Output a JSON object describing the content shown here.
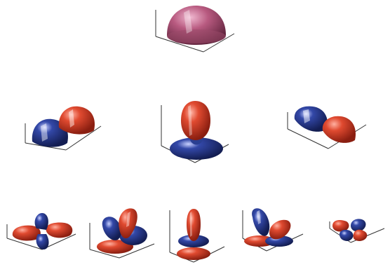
{
  "figure": {
    "background": "#ffffff",
    "colors": {
      "positive": "#d8402a",
      "negative": "#2a3f92",
      "mixed": "#b95a7a",
      "axes": "#333333"
    },
    "rows": [
      {
        "name": "row-l0",
        "items": [
          {
            "name": "s-orbital",
            "shape": "hemisphere",
            "phase": "mixed"
          }
        ]
      },
      {
        "name": "row-l1",
        "items": [
          {
            "name": "p-orbital-left",
            "shape": "two-lobes-horizontal",
            "phase_a": "negative",
            "phase_b": "positive"
          },
          {
            "name": "p-orbital-center",
            "shape": "lobe-with-disk",
            "phase_a": "positive",
            "phase_b": "negative"
          },
          {
            "name": "p-orbital-right",
            "shape": "two-lobes-horizontal",
            "phase_a": "negative",
            "phase_b": "positive"
          }
        ]
      },
      {
        "name": "row-l2",
        "items": [
          {
            "name": "d-orbital-1",
            "shape": "four-petal-flat",
            "phase_a": "positive",
            "phase_b": "negative"
          },
          {
            "name": "d-orbital-2",
            "shape": "tilted-petals",
            "phase_a": "negative",
            "phase_b": "positive"
          },
          {
            "name": "d-orbital-3",
            "shape": "tall-lobe-with-rings",
            "phase_a": "positive",
            "phase_b": "negative"
          },
          {
            "name": "d-orbital-4",
            "shape": "tilted-petals",
            "phase_a": "negative",
            "phase_b": "positive"
          },
          {
            "name": "d-orbital-5",
            "shape": "four-petal-flat-small",
            "phase_a": "positive",
            "phase_b": "negative"
          }
        ]
      }
    ]
  }
}
